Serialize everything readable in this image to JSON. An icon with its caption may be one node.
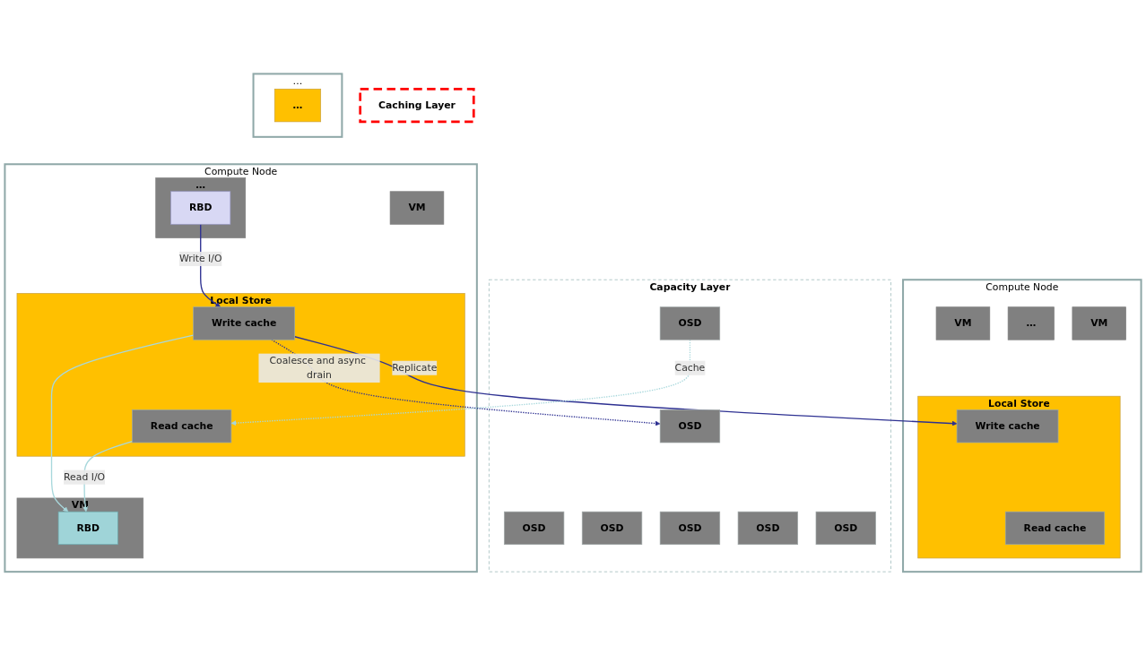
{
  "diagram": {
    "nodes": [
      {
        "text": [
          "Compute Node"
        ]
      },
      {
        "text": [
          "VM"
        ],
        "in": 0
      },
      {
        "text": [
          "…"
        ],
        "in": 0
      },
      {
        "text": [
          "RBD"
        ],
        "in": 2
      },
      {
        "text": [
          "VM"
        ],
        "in": 0
      },
      {
        "text": [
          "RBD"
        ],
        "in": 4
      },
      {
        "text": [
          "Local Store"
        ],
        "in": 0
      },
      {
        "text": [
          "Write cache"
        ],
        "in": 6
      },
      {
        "text": [
          "Read cache"
        ],
        "in": 6
      },
      {
        "text": [
          "Compute Node"
        ]
      },
      {
        "text": [
          "VM"
        ],
        "in": 9
      },
      {
        "text": [
          "…"
        ],
        "in": 9
      },
      {
        "text": [
          "VM"
        ],
        "in": 9
      },
      {
        "text": [
          "Local Store"
        ],
        "in": 9
      },
      {
        "text": [
          "Write cache"
        ],
        "in": 13
      },
      {
        "text": [
          "Read cache"
        ],
        "in": 13
      },
      {
        "text": [
          "…"
        ]
      },
      {
        "text": [
          "…"
        ],
        "in": 16
      },
      {
        "text": [
          "Caching Layer"
        ]
      },
      {
        "text": [
          "Capacity Layer"
        ]
      },
      {
        "text": [
          "OSD"
        ],
        "in": 19
      },
      {
        "text": [
          "OSD"
        ],
        "in": 19
      },
      {
        "text": [
          "OSD"
        ],
        "in": 19
      },
      {
        "text": [
          "OSD"
        ],
        "in": 19
      },
      {
        "text": [
          "OSD"
        ],
        "in": 19
      },
      {
        "text": [
          "OSD"
        ],
        "in": 19
      },
      {
        "text": [
          "OSD"
        ],
        "in": 19
      }
    ],
    "edges": [
      {
        "from": 3,
        "to": 7,
        "arrow": "to",
        "label": "Write I/O",
        "color": "#2e3192"
      },
      {
        "from": 7,
        "to": 5,
        "arrow": "to",
        "color": "#a8d8dc"
      },
      {
        "from": 8,
        "to": 5,
        "arrow": "to",
        "label": "Read I/O",
        "color": "#a8d8dc"
      },
      {
        "from": 7,
        "to": 14,
        "arrow": "to",
        "label": "Replicate",
        "color": "#2e3192"
      },
      {
        "from": 7,
        "to": 21,
        "arrow": "to",
        "label": "Coalesce and async drain",
        "style": "dashed",
        "color": "#2e3192"
      },
      {
        "from": 22,
        "to": 8,
        "arrow": "to",
        "label": "Cache",
        "style": "dashed",
        "color": "#a8d8dc"
      }
    ]
  }
}
